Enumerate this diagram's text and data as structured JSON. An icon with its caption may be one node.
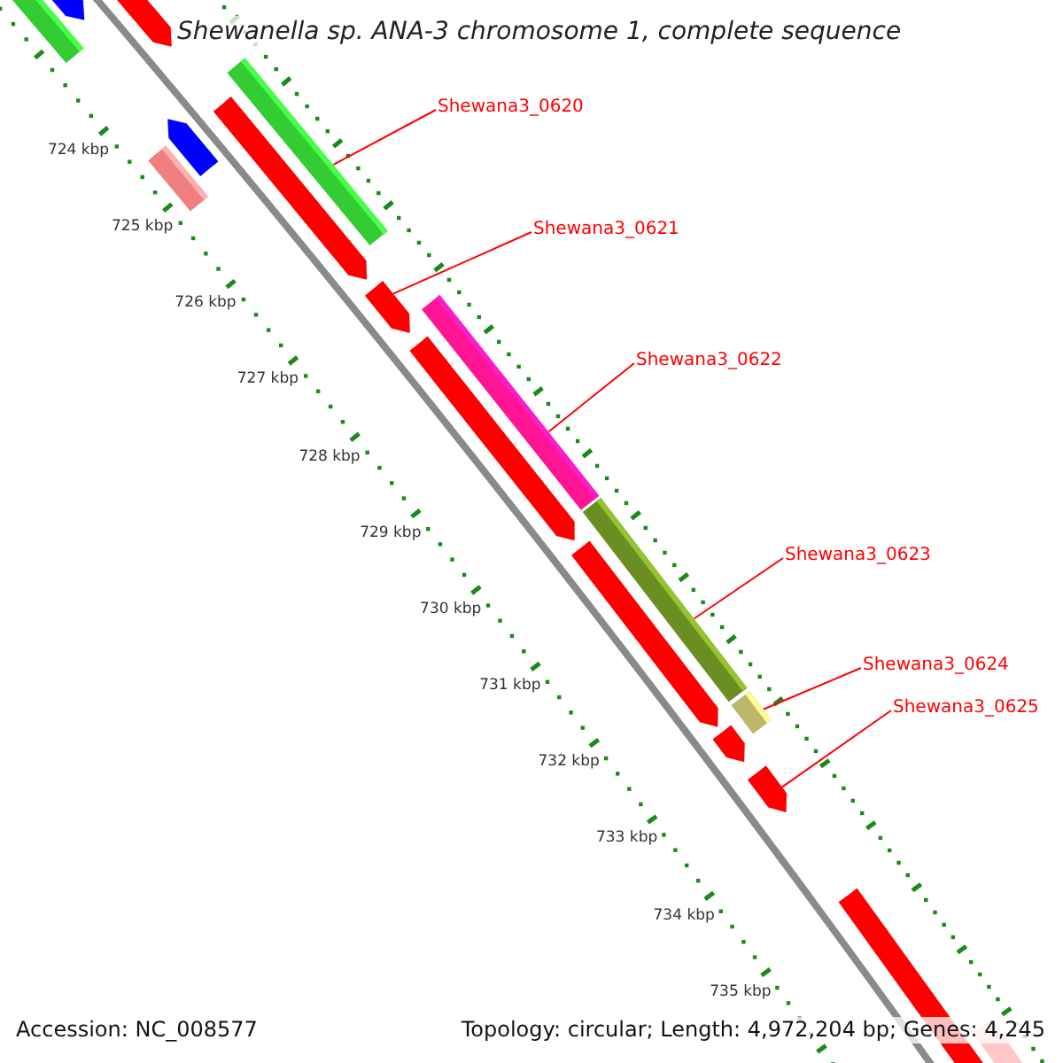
{
  "diagram": {
    "title": "Shewanella sp. ANA-3 chromosome 1, complete sequence",
    "nodes": [
      {
        "text": [
          "Shewana3_0620"
        ]
      },
      {
        "text": [
          "Shewana3_0621"
        ]
      },
      {
        "text": [
          "Shewana3_0622"
        ]
      },
      {
        "text": [
          "Shewana3_0623"
        ]
      },
      {
        "text": [
          "Shewana3_0624"
        ]
      },
      {
        "text": [
          "Shewana3_0625"
        ]
      },
      {
        "text": [],
        "shape": "bar"
      },
      {
        "text": [],
        "shape": "bar"
      },
      {
        "text": [],
        "shape": "bar"
      },
      {
        "text": [],
        "shape": "bar"
      },
      {
        "text": [],
        "shape": "bar"
      },
      {
        "text": [],
        "shape": "bar"
      }
    ],
    "edges": [
      {
        "from": 0,
        "to": 6,
        "arrow": "none"
      },
      {
        "from": 1,
        "to": 7,
        "arrow": "none"
      },
      {
        "from": 2,
        "to": 8,
        "arrow": "none"
      },
      {
        "from": 3,
        "to": 9,
        "arrow": "none"
      },
      {
        "from": 4,
        "to": 10,
        "arrow": "none"
      },
      {
        "from": 5,
        "to": 11,
        "arrow": "none"
      }
    ],
    "labels": [
      "724 kbp",
      "725 kbp",
      "726 kbp",
      "727 kbp",
      "728 kbp",
      "729 kbp",
      "730 kbp",
      "731 kbp",
      "732 kbp",
      "733 kbp",
      "734 kbp",
      "735 kbp",
      "Accession: NC_008577",
      "Topology: circular; Length: 4,972,204 bp; Genes: 4,245"
    ]
  }
}
